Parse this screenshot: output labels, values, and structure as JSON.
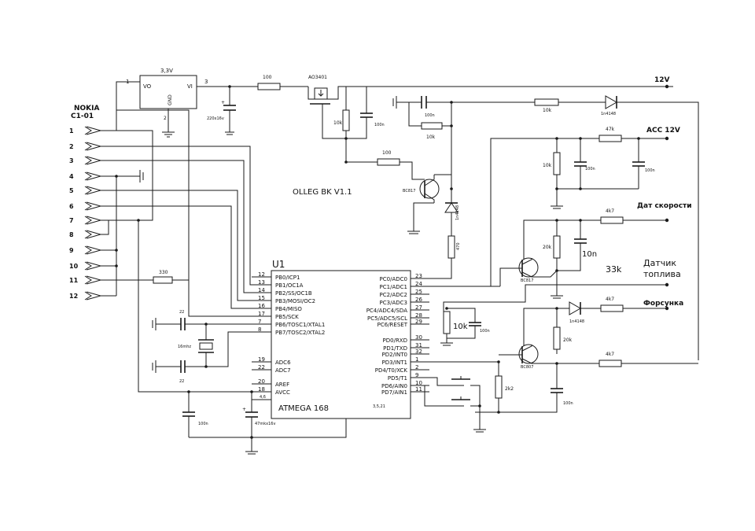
{
  "connector": {
    "name": "NOKIA",
    "model": "C1-01",
    "pins": [
      "1",
      "2",
      "3",
      "4",
      "5",
      "6",
      "7",
      "8",
      "9",
      "10",
      "11",
      "12"
    ]
  },
  "regulator": {
    "voltage": "3,3V",
    "pin_vo": "VO",
    "pin_vi": "VI",
    "pin_gnd": "GND",
    "pin1": "1",
    "pin2": "2",
    "pin3": "3"
  },
  "components": {
    "r100_top": "100",
    "mosfet": "AO3401",
    "cap_220": "220x16v",
    "r10k_gate": "10k",
    "c100n_gate": "100n",
    "r100_base": "100",
    "bc817_top": "BC817",
    "title": "OLLEG BK V1.1",
    "c100n_top": "100n",
    "r10k_top": "10k",
    "r10k_feedback": "10k",
    "diode_top": "1n4148",
    "r10k_acc": "10k",
    "c100n_acc": "100n",
    "r47k": "47k",
    "c100n_acc2": "100n",
    "diode_mid": "1n4148",
    "r470": "470",
    "r4k7_speed": "4k7",
    "r20k_speed": "20k",
    "c10n": "10n",
    "bc817_speed": "BC817",
    "r33k": "33k",
    "r10k_fuel": "10k",
    "c100n_fuel": "100n",
    "r4k7_inj": "4k7",
    "diode_inj": "1n4148",
    "r20k_inj": "20k",
    "bc807": "BC807",
    "r4k7_bottom": "4k7",
    "c100n_bottom": "100n",
    "r2k2": "2k2",
    "r330": "330",
    "c22_top": "22",
    "c22_bot": "22",
    "crystal": "16mhz",
    "c100n_avcc": "100n",
    "c47": "47mkx16v"
  },
  "labels": {
    "v12": "12V",
    "acc": "ACC 12V",
    "speed": "Дат скорости",
    "fuel1": "Датчик",
    "fuel2": "топлива",
    "injector": "Форсунка"
  },
  "mcu": {
    "ref": "U1",
    "name": "ATMEGA 168",
    "left_pins": [
      {
        "num": "12",
        "name": "PB0/ICP1"
      },
      {
        "num": "13",
        "name": "PB1/OC1A"
      },
      {
        "num": "14",
        "name": "PB2/SS/OC1B"
      },
      {
        "num": "15",
        "name": "PB3/MOSI/OC2"
      },
      {
        "num": "16",
        "name": "PB4/MISO"
      },
      {
        "num": "17",
        "name": "PB5/SCK"
      },
      {
        "num": "7",
        "name": "PB6/TOSC1/XTAL1"
      },
      {
        "num": "8",
        "name": "PB7/TOSC2/XTAL2"
      },
      {
        "num": "19",
        "name": "ADC6"
      },
      {
        "num": "22",
        "name": "ADC7"
      },
      {
        "num": "20",
        "name": "AREF"
      },
      {
        "num": "18",
        "name": "AVCC"
      }
    ],
    "right_pins": [
      {
        "num": "23",
        "name": "PC0/ADC0"
      },
      {
        "num": "24",
        "name": "PC1/ADC1"
      },
      {
        "num": "25",
        "name": "PC2/ADC2"
      },
      {
        "num": "26",
        "name": "PC3/ADC3"
      },
      {
        "num": "27",
        "name": "PC4/ADC4/SDA"
      },
      {
        "num": "28",
        "name": "PC5/ADC5/SCL"
      },
      {
        "num": "29",
        "name": "PC6/RESET"
      },
      {
        "num": "30",
        "name": "PD0/RXD"
      },
      {
        "num": "31",
        "name": "PD1/TXD"
      },
      {
        "num": "32",
        "name": "PD2/INT0"
      },
      {
        "num": "1",
        "name": "PD3/INT1"
      },
      {
        "num": "2",
        "name": "PD4/T0/XCK"
      },
      {
        "num": "9",
        "name": "PD5/T1"
      },
      {
        "num": "10",
        "name": "PD6/AIN0"
      },
      {
        "num": "11",
        "name": "PD7/AIN1"
      }
    ],
    "gnd_pins": "4,6",
    "gnd_pins2": "3,5,21"
  }
}
